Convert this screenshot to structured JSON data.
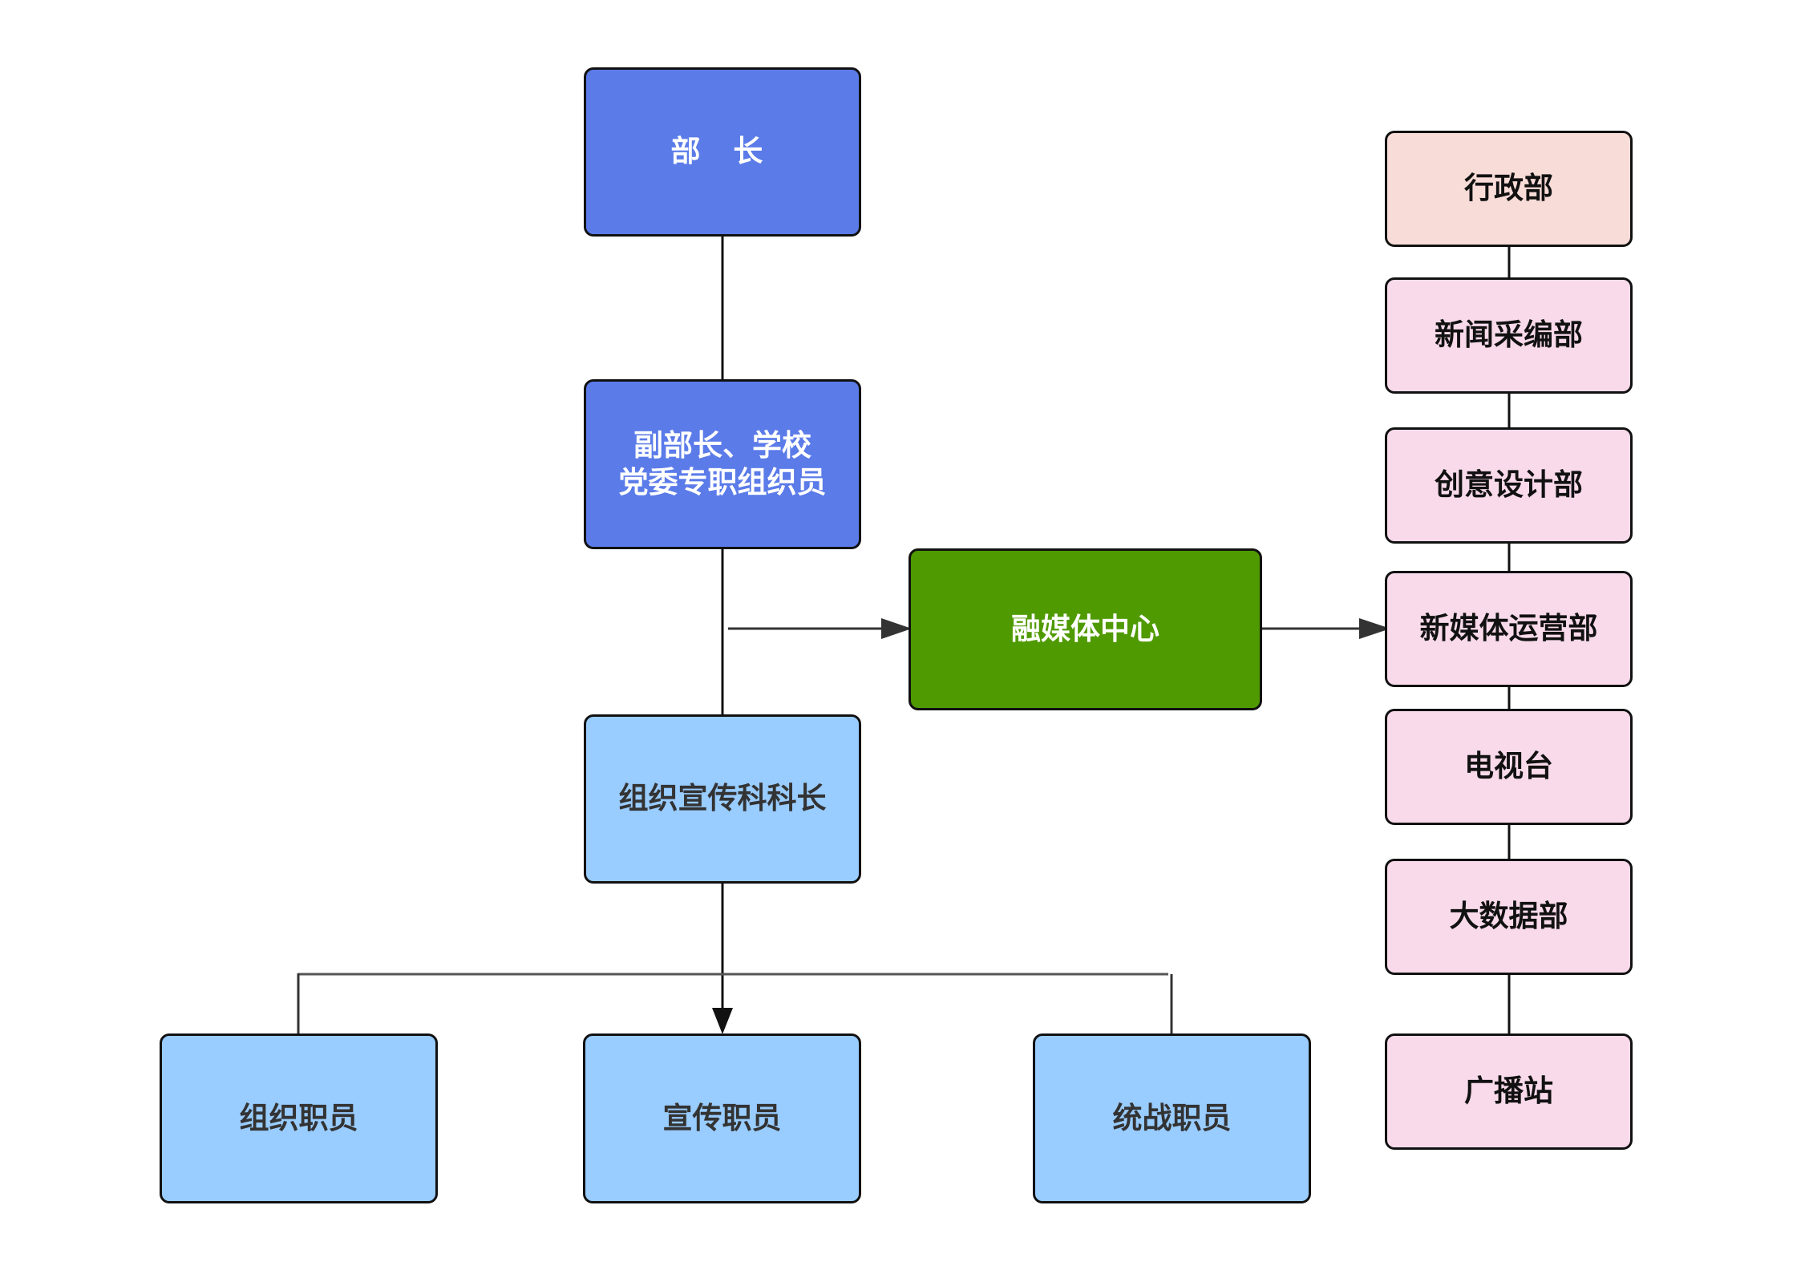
{
  "diagram": {
    "type": "org-chart",
    "nodes": {
      "minister": "部 长",
      "deputy": "副部长、学校党委专职组织员",
      "section_chief": "组织宣传科科长",
      "media_center": "融媒体中心",
      "org_staff": "组织职员",
      "publicity_staff": "宣传职员",
      "united_front_staff": "统战职员"
    },
    "departments": [
      "行政部",
      "新闻采编部",
      "创意设计部",
      "新媒体运营部",
      "电视台",
      "大数据部",
      "广播站"
    ],
    "edges": [
      {
        "from": "部 长",
        "to": "副部长、学校党委专职组织员",
        "style": "line"
      },
      {
        "from": "副部长、学校党委专职组织员",
        "to": "组织宣传科科长",
        "style": "line"
      },
      {
        "from": "副部长、学校党委专职组织员",
        "to": "融媒体中心",
        "style": "arrow"
      },
      {
        "from": "融媒体中心",
        "to": "新媒体运营部",
        "style": "arrow"
      },
      {
        "from": "组织宣传科科长",
        "to": "宣传职员",
        "style": "arrow"
      },
      {
        "from": "组织宣传科科长",
        "to": "组织职员",
        "style": "line"
      },
      {
        "from": "组织宣传科科长",
        "to": "统战职员",
        "style": "line"
      },
      {
        "from": "行政部",
        "to": "新闻采编部",
        "style": "line"
      },
      {
        "from": "新闻采编部",
        "to": "创意设计部",
        "style": "line"
      },
      {
        "from": "创意设计部",
        "to": "新媒体运营部",
        "style": "line"
      },
      {
        "from": "新媒体运营部",
        "to": "电视台",
        "style": "line"
      },
      {
        "from": "电视台",
        "to": "大数据部",
        "style": "line"
      },
      {
        "from": "大数据部",
        "to": "广播站",
        "style": "line"
      }
    ],
    "colors": {
      "leadership": "#5B7BE9",
      "staff": "#99CCFF",
      "media_center": "#4F9A00",
      "admin_dept": "#F8DCD8",
      "media_dept": "#F8DAEA",
      "border": "#111111",
      "connector": "#333333"
    }
  }
}
